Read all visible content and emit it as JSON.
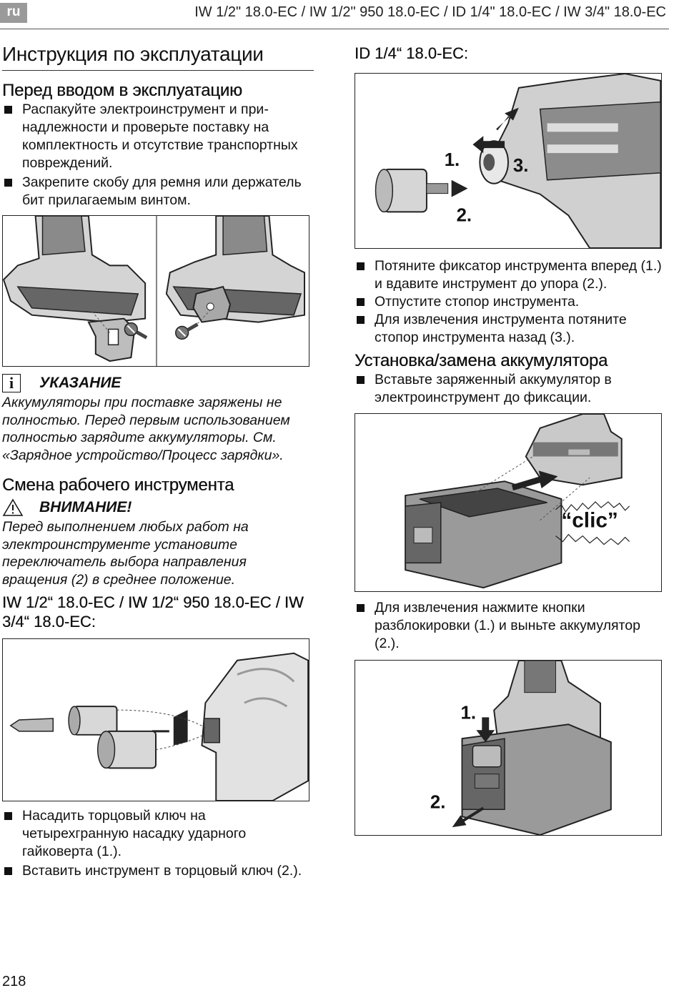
{
  "header": {
    "lang": "ru",
    "title": "IW 1/2\" 18.0-EC / IW 1/2\" 950 18.0-EC / ID 1/4\" 18.0-EC / IW 3/4\" 18.0-EC"
  },
  "left": {
    "page_title": "Инструкция по эксплуатации",
    "before_use": {
      "heading": "Перед вводом в эксплуатацию",
      "items": [
        "Распакуйте электроинструмент и при­надлежности и проверьте поставку на комплектность и отсутствие транспортных повреждений.",
        "Закрепите скобу для ремня или держатель бит прилагаемым винтом."
      ]
    },
    "note": {
      "label": "УКАЗАНИЕ",
      "text": "Аккумуляторы при поставке заряжены не полностью. Перед первым использова­нием полностью зарядите аккумуляторы. См. «Зарядное устройство/Процесс зарядки»."
    },
    "tool_change": {
      "heading": "Смена рабочего инструмента",
      "warning_label": "ВНИМАНИЕ!",
      "warning_text": "Перед выполнением любых работ на электроинструменте установите переключатель выбора направления вращения (2) в среднее положение.",
      "models_heading": "IW 1/2“ 18.0-EC / IW 1/2“ 950 18.0-EC / IW 3/4“ 18.0-EC:",
      "items": [
        "Насадить торцовый ключ на четырехгранную насадку ударного гайковерта (1.).",
        "Вставить инструмент в торцовый ключ (2.)."
      ]
    }
  },
  "right": {
    "id_heading": "ID 1/4“ 18.0-EC:",
    "fig1_labels": {
      "step1": "1.",
      "step2": "2.",
      "step3": "3."
    },
    "id_items": [
      "Потяните фиксатор инструмента вперед (1.) и вдавите инструмент до упора (2.).",
      "Отпустите стопор инструмента.",
      "Для извлечения инструмента потяните стопор инструмента назад (3.)."
    ],
    "battery": {
      "heading": "Установка/замена аккумулятора",
      "items_insert": [
        "Вставьте заряженный аккумулятор в электроинструмент до фиксации."
      ],
      "clic": "“clic”",
      "items_remove": [
        "Для извлечения нажмите кнопки разблокировки (1.) и выньте акку­мулятор (2.)."
      ],
      "fig_labels": {
        "step1": "1.",
        "step2": "2."
      }
    }
  },
  "footer": {
    "page_number": "218"
  }
}
